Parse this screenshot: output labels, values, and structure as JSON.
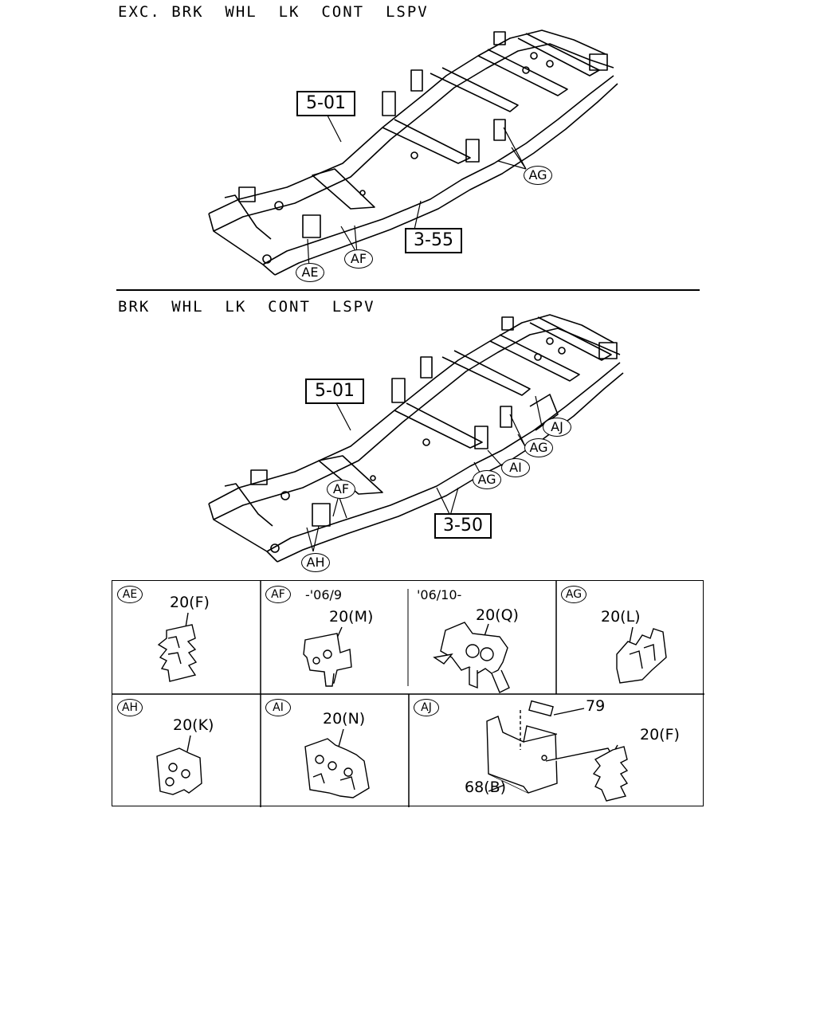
{
  "sections": [
    {
      "title": "EXC. BRK  WHL  LK  CONT  LSPV",
      "labels": {
        "frame": "5-01",
        "harness": "3-55"
      },
      "callouts": [
        "AG",
        "AE",
        "AF"
      ]
    },
    {
      "title": "BRK  WHL  LK  CONT  LSPV",
      "labels": {
        "frame": "5-01",
        "harness": "3-50"
      },
      "callouts": [
        "AJ",
        "AG",
        "AI",
        "AG",
        "AF",
        "AH"
      ]
    }
  ],
  "details": [
    {
      "id": "AE",
      "parts": [
        "20(F)"
      ]
    },
    {
      "id": "AF",
      "variants": [
        {
          "date": "-'06/9",
          "part": "20(M)"
        },
        {
          "date": "'06/10-",
          "part": "20(Q)"
        }
      ]
    },
    {
      "id": "AG",
      "parts": [
        "20(L)"
      ]
    },
    {
      "id": "AH",
      "parts": [
        "20(K)"
      ]
    },
    {
      "id": "AI",
      "parts": [
        "20(N)"
      ]
    },
    {
      "id": "AJ",
      "parts": [
        "79",
        "20(F)",
        "68(B)"
      ]
    }
  ]
}
